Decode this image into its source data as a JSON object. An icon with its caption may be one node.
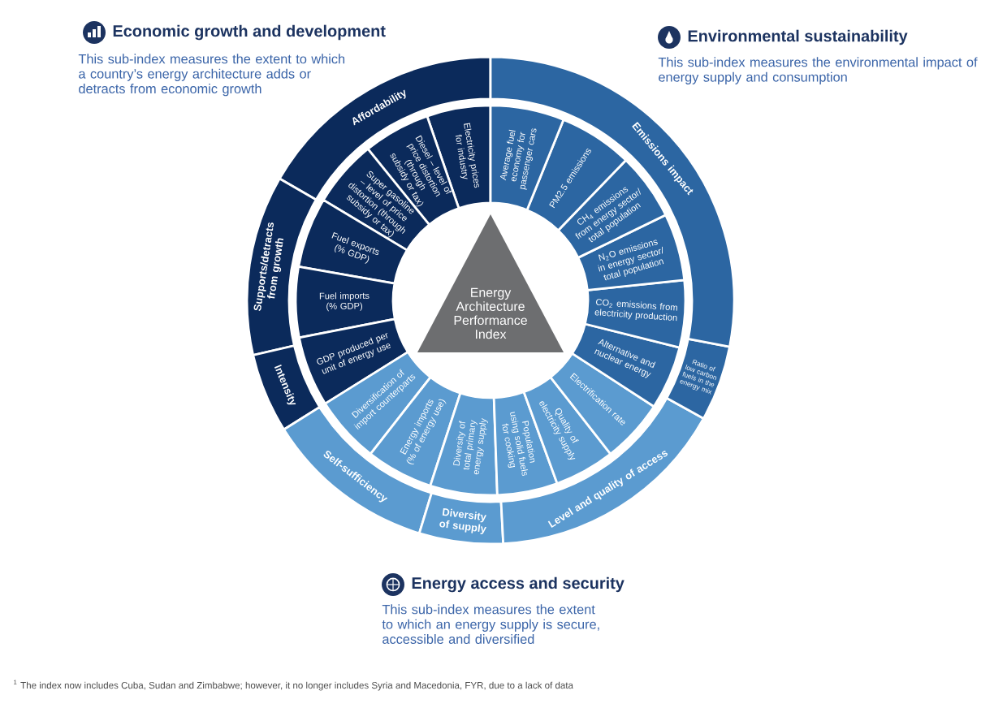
{
  "diagram": {
    "nodes": [
      {
        "text": [
          "Energy Architecture Performance Index"
        ]
      },
      {
        "text": [
          "Affordability"
        ]
      },
      {
        "text": [
          "Supports/detracts from growth"
        ]
      },
      {
        "text": [
          "Intensity"
        ]
      },
      {
        "text": [
          "Self-sufficiency"
        ]
      },
      {
        "text": [
          "Diversity of supply"
        ]
      },
      {
        "text": [
          "Level and quality of access"
        ]
      },
      {
        "text": [
          "Ratio of low carbon fuels in the energy mix"
        ]
      },
      {
        "text": [
          "Emissions impact"
        ]
      },
      {
        "text": [
          "Electricity prices for industry"
        ]
      },
      {
        "text": [
          "Diesel – level of price distortion (through subsidy or tax)"
        ]
      },
      {
        "text": [
          "Super gasoline – level of price distortion (through subsidy or tax)"
        ]
      },
      {
        "text": [
          "Fuel exports (% GDP)"
        ]
      },
      {
        "text": [
          "Fuel imports (% GDP)"
        ]
      },
      {
        "text": [
          "GDP produced per unit of energy use"
        ]
      },
      {
        "text": [
          "Diversification of import counterparts"
        ]
      },
      {
        "text": [
          "Energy imports (% of energy use)"
        ]
      },
      {
        "text": [
          "Diversity of total primary energy supply"
        ]
      },
      {
        "text": [
          "Population using solid fuels for cooking"
        ]
      },
      {
        "text": [
          "Quality of electricity supply"
        ]
      },
      {
        "text": [
          "Electrification rate"
        ]
      },
      {
        "text": [
          "Alternative and nuclear energy"
        ]
      },
      {
        "text": [
          "CO$_{2}$ emissions from electricity production"
        ]
      },
      {
        "text": [
          "N$_{2}$O emissions in energy sector/ total population"
        ]
      },
      {
        "text": [
          "CH$_{4}$ emissions from energy sector/ total population"
        ]
      },
      {
        "text": [
          "PM2.5 emissions"
        ]
      },
      {
        "text": [
          "Average fuel economy for passenger cars"
        ]
      }
    ],
    "labels": [
      "Economic growth and development",
      "This sub-index measures the extent to which a country’s energy architecture adds or detracts from economic growth",
      "Environmental sustainability",
      "This sub-index measures the environmental impact of energy supply and consumption",
      "Energy access and security",
      "This sub-index measures the extent to which an energy supply is secure, accessible and diversified",
      "$^{1}$ The index now includes Cuba, Sudan and Zimbabwe; however, it no longer includes Syria and Macedonia, FYR, due to a lack of data"
    ]
  }
}
